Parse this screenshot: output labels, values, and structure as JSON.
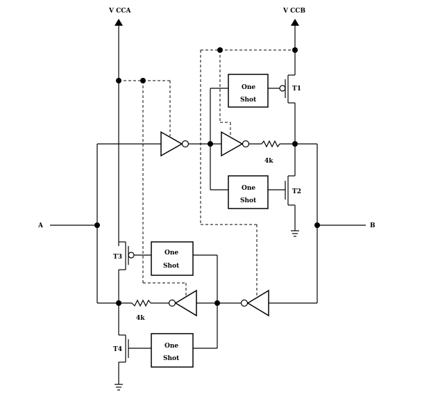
{
  "supplies": {
    "vcca": "V CCA",
    "vccb": "V CCB"
  },
  "ports": {
    "a": "A",
    "b": "B"
  },
  "transistors": {
    "t1": "T1",
    "t2": "T2",
    "t3": "T3",
    "t4": "T4"
  },
  "resistors": {
    "r_b": "4k",
    "r_a": "4k"
  },
  "one_shot": {
    "line1": "One",
    "line2": "Shot"
  }
}
